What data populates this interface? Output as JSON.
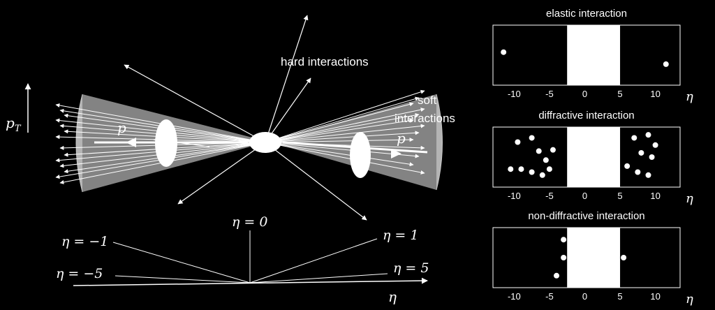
{
  "colors": {
    "background": "#000000",
    "foreground": "#ffffff",
    "cone_fill": "#9a9a9a",
    "cone_line": "#c8c8c8"
  },
  "left_diagram": {
    "labels": {
      "hard": "hard interactions",
      "soft_line1": "soft",
      "soft_line2": "interactions",
      "proton_left": "p",
      "proton_right": "p",
      "pt_axis": "p",
      "pt_sub": "T"
    },
    "eta_lines": [
      {
        "label": "η = 0",
        "eta": 0
      },
      {
        "label": "η = −1",
        "eta": -1
      },
      {
        "label": "η = 1",
        "eta": 1
      },
      {
        "label": "η = −5",
        "eta": -5
      },
      {
        "label": "η = 5",
        "eta": 5
      }
    ],
    "eta_axis_label": "η"
  },
  "panels": [
    {
      "title": "elastic interaction",
      "axis_label": "η",
      "ticks": [
        -10,
        -5,
        0,
        5,
        10
      ],
      "tick_labels": [
        "-10",
        "-5",
        "0",
        "5",
        "10"
      ],
      "gap_range": [
        -2.5,
        5
      ],
      "dots": [
        [
          -11.5,
          0.55
        ],
        [
          11.5,
          0.35
        ]
      ]
    },
    {
      "title": "diffractive interaction",
      "axis_label": "η",
      "ticks": [
        -10,
        -5,
        0,
        5,
        10
      ],
      "tick_labels": [
        "-10",
        "-5",
        "0",
        "5",
        "10"
      ],
      "gap_range": [
        -2.5,
        5
      ],
      "dots": [
        [
          -9.5,
          0.75
        ],
        [
          -7.5,
          0.82
        ],
        [
          -6.5,
          0.6
        ],
        [
          -4.5,
          0.62
        ],
        [
          -5.5,
          0.45
        ],
        [
          -9,
          0.3
        ],
        [
          -7.5,
          0.25
        ],
        [
          -10.5,
          0.3
        ],
        [
          -6,
          0.2
        ],
        [
          -5,
          0.3
        ],
        [
          7,
          0.82
        ],
        [
          9,
          0.87
        ],
        [
          10,
          0.7
        ],
        [
          8,
          0.57
        ],
        [
          9.5,
          0.5
        ],
        [
          7.5,
          0.25
        ],
        [
          9,
          0.2
        ],
        [
          6,
          0.35
        ]
      ]
    },
    {
      "title": "non-diffractive interaction",
      "axis_label": "η",
      "ticks": [
        -10,
        -5,
        0,
        5,
        10
      ],
      "tick_labels": [
        "-10",
        "-5",
        "0",
        "5",
        "10"
      ],
      "gap_range": [
        -2.5,
        5
      ],
      "dots": [
        [
          -3,
          0.8
        ],
        [
          -3,
          0.5
        ],
        [
          -4,
          0.2
        ],
        [
          5.5,
          0.5
        ]
      ]
    }
  ]
}
